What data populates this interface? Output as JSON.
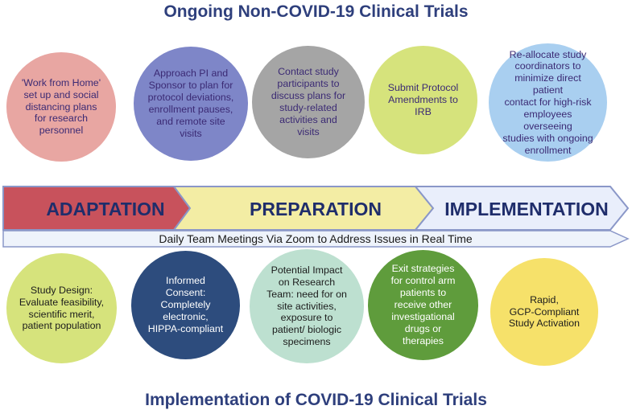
{
  "top_title": "Ongoing Non-COVID-19 Clinical Trials",
  "bottom_title": "Implementation of COVID-19 Clinical Trials",
  "top_circles": [
    {
      "text": "'Work from Home'\nset up and social\ndistancing plans\nfor research\npersonnel",
      "color": "#e8a6a2"
    },
    {
      "text": "Approach PI and\nSponsor to plan for\nprotocol deviations,\nenrollment pauses,\nand remote site\nvisits",
      "color": "#7e86c8"
    },
    {
      "text": "Contact study\nparticipants to\ndiscuss plans for\nstudy-related\nactivities and\nvisits",
      "color": "#a5a5a5"
    },
    {
      "text": "Submit Protocol\nAmendments to\nIRB",
      "color": "#d6e37c"
    },
    {
      "text": "Re-allocate study\ncoordinators to\nminimize direct patient\ncontact for high-risk\nemployees overseeing\nstudies with ongoing\nenrollment",
      "color": "#a9cff0"
    }
  ],
  "phases": [
    {
      "label": "ADAPTATION",
      "color": "#c8525c"
    },
    {
      "label": "PREPARATION",
      "color": "#f3eda4"
    },
    {
      "label": "IMPLEMENTATION",
      "color": "#e9eefb"
    }
  ],
  "meeting_banner": "Daily Team Meetings Via Zoom to Address Issues in Real Time",
  "bottom_circles": [
    {
      "text": "Study Design:\nEvaluate feasibility,\nscientific merit,\npatient population",
      "color": "#d6e37c",
      "text_color": "#1c1c1c"
    },
    {
      "text": "Informed\nConsent:\nCompletely\nelectronic,\nHIPPA-compliant",
      "color": "#2d4c7d",
      "text_color": "#ffffff"
    },
    {
      "text": "Potential Impact\non Research\nTeam: need for on\nsite activities,\nexposure to\npatient/ biologic\nspecimens",
      "color": "#bde0d0",
      "text_color": "#1c1c1c"
    },
    {
      "text": "Exit strategies\nfor control arm\npatients to\nreceive other\ninvestigational\ndrugs or\ntherapies",
      "color": "#5f9c3c",
      "text_color": "#ffffff"
    },
    {
      "text": "Rapid,\nGCP-Compliant\nStudy Activation",
      "color": "#f6e16a",
      "text_color": "#1c1c1c"
    }
  ]
}
